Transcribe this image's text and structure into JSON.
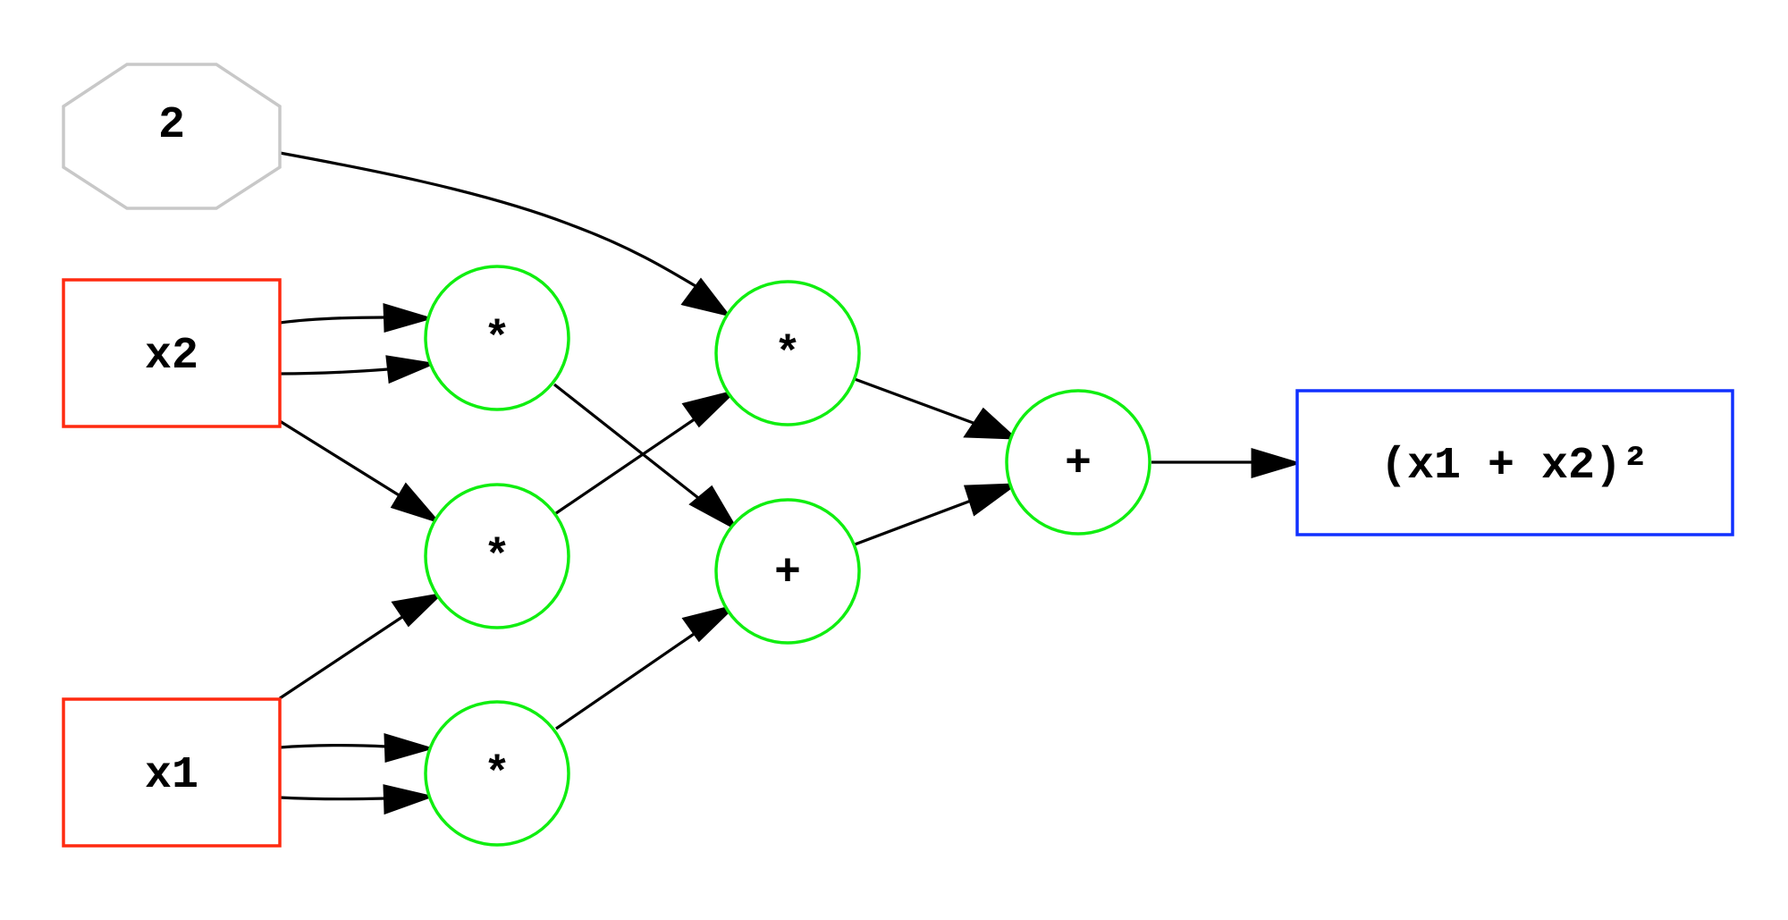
{
  "colors": {
    "input_border": "#ff2a10",
    "constant_border": "#c8c8c8",
    "operator_border": "#10ee10",
    "output_border": "#1030ff",
    "edge": "#000000"
  },
  "nodes": {
    "const_two": "2",
    "input_x2": "x2",
    "input_x1": "x1",
    "mul_x2_x2": "*",
    "mul_x1_x2": "*",
    "mul_x1_x1": "*",
    "mul_two": "*",
    "add_squares": "+",
    "add_final": "+",
    "output": "(x1 + x2)²"
  }
}
